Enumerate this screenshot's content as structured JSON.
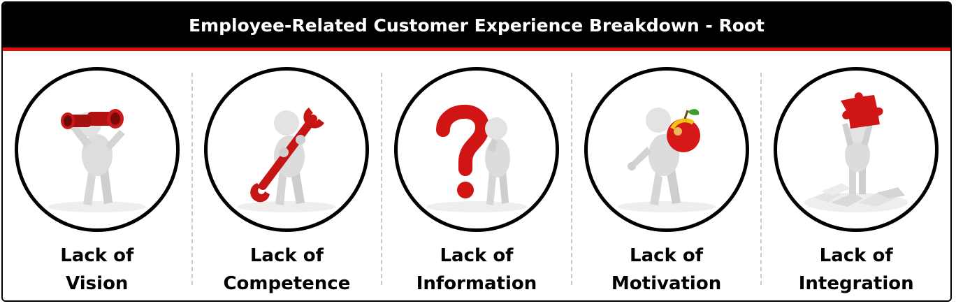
{
  "header": {
    "title": "Employee-Related Customer Experience Breakdown - Root"
  },
  "colors": {
    "header_bg": "#000000",
    "accent": "#e01010",
    "figure": "#d9d9d9"
  },
  "panels": [
    {
      "icon": "binoculars-figure-icon",
      "line1": "Lack of",
      "line2": "Vision"
    },
    {
      "icon": "wrench-figure-icon",
      "line1": "Lack of",
      "line2": "Competence"
    },
    {
      "icon": "question-mark-figure-icon",
      "line1": "Lack of",
      "line2": "Information"
    },
    {
      "icon": "apple-figure-icon",
      "line1": "Lack of",
      "line2": "Motivation"
    },
    {
      "icon": "puzzle-piece-figure-icon",
      "line1": "Lack of",
      "line2": "Integration"
    }
  ]
}
